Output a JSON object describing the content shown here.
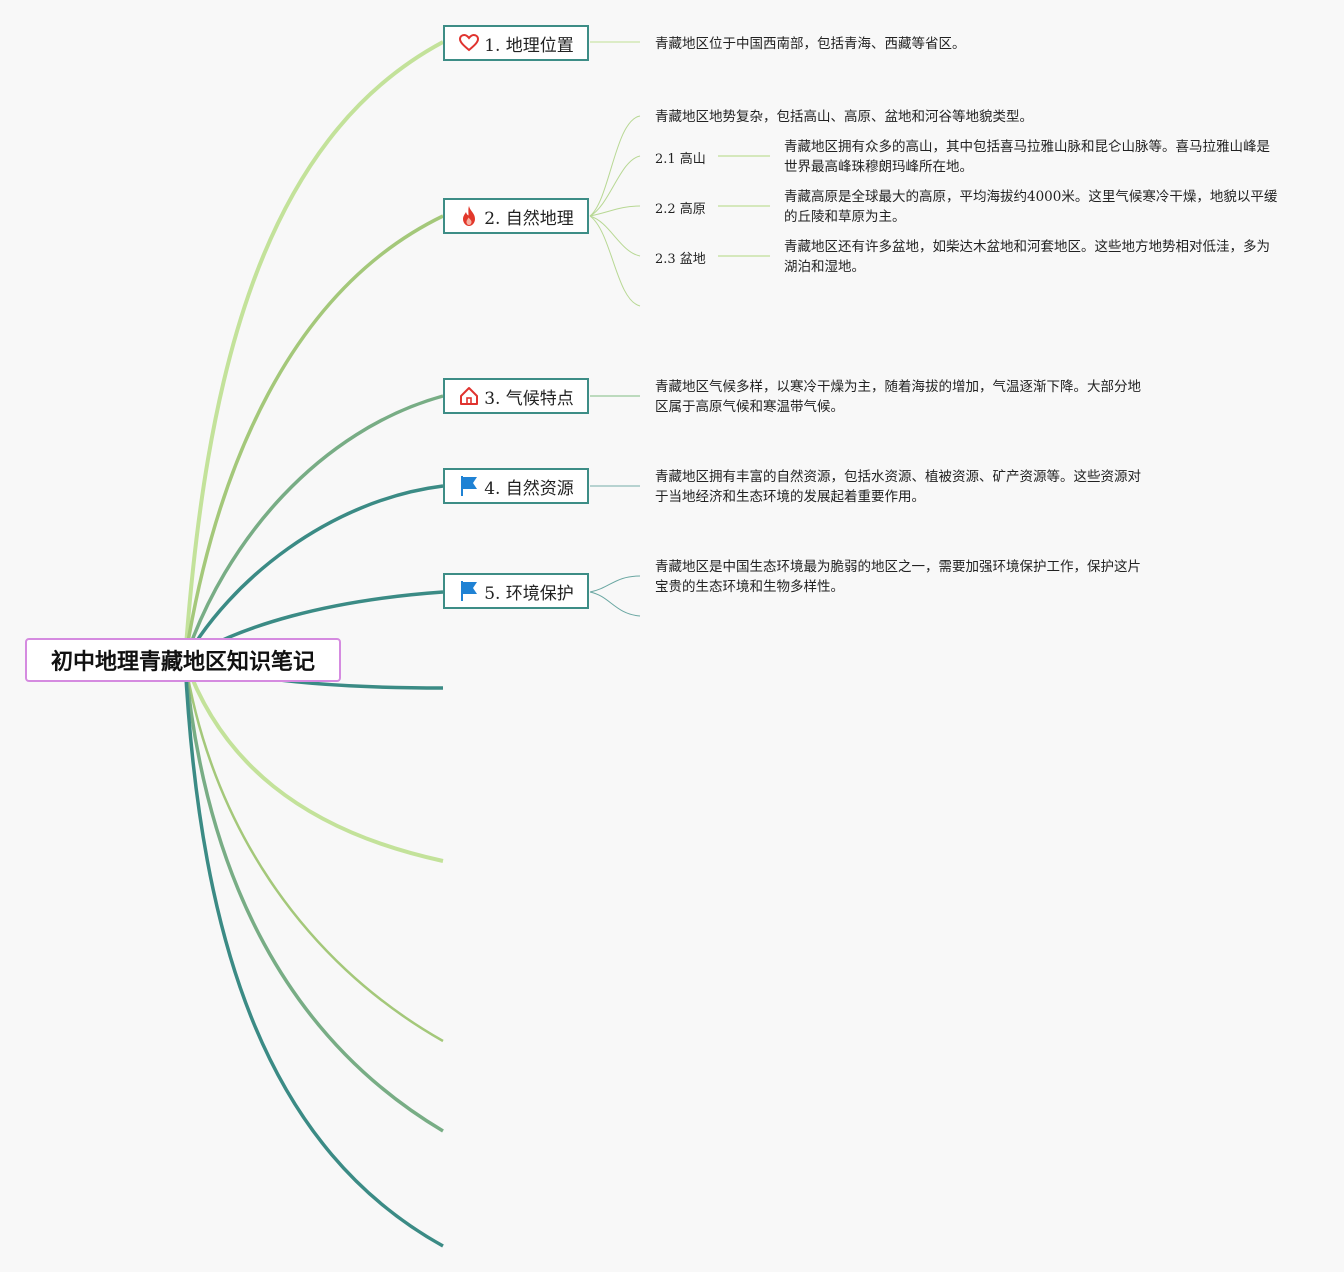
{
  "root": {
    "title": "初中地理青藏地区知识笔记"
  },
  "branches": [
    {
      "label": "1. 地理位置",
      "icon": "heart-icon"
    },
    {
      "label": "2. 自然地理",
      "icon": "fire-icon"
    },
    {
      "label": "3. 气候特点",
      "icon": "home-icon"
    },
    {
      "label": "4. 自然资源",
      "icon": "flag-icon"
    },
    {
      "label": "5. 环境保护",
      "icon": "flag-icon"
    }
  ],
  "notes": {
    "location": "青藏地区位于中国西南部，包括青海、西藏等省区。",
    "physical_intro": "青藏地区地势复杂，包括高山、高原、盆地和河谷等地貌类型。",
    "climate": "青藏地区气候多样，以寒冷干燥为主，随着海拔的增加，气温逐渐下降。大部分地区属于高原气候和寒温带气候。",
    "resources": "青藏地区拥有丰富的自然资源，包括水资源、植被资源、矿产资源等。这些资源对于当地经济和生态环境的发展起着重要作用。",
    "protection": "青藏地区是中国生态环境最为脆弱的地区之一，需要加强环境保护工作，保护这片宝贵的生态环境和生物多样性。"
  },
  "subtopics": [
    {
      "label": "2.1 高山",
      "text": "青藏地区拥有众多的高山，其中包括喜马拉雅山脉和昆仑山脉等。喜马拉雅山峰是世界最高峰珠穆朗玛峰所在地。"
    },
    {
      "label": "2.2 高原",
      "text": "青藏高原是全球最大的高原，平均海拔约4000米。这里气候寒冷干燥，地貌以平缓的丘陵和草原为主。"
    },
    {
      "label": "2.3 盆地",
      "text": "青藏地区还有许多盆地，如柴达木盆地和河套地区。这些地方地势相对低洼，多为湖泊和湿地。"
    }
  ],
  "colors": {
    "light_green": "#c3e29a",
    "mid_green": "#a4c87a",
    "sage": "#78ad85",
    "teal": "#3b8b85",
    "root_border": "#d58be0"
  }
}
